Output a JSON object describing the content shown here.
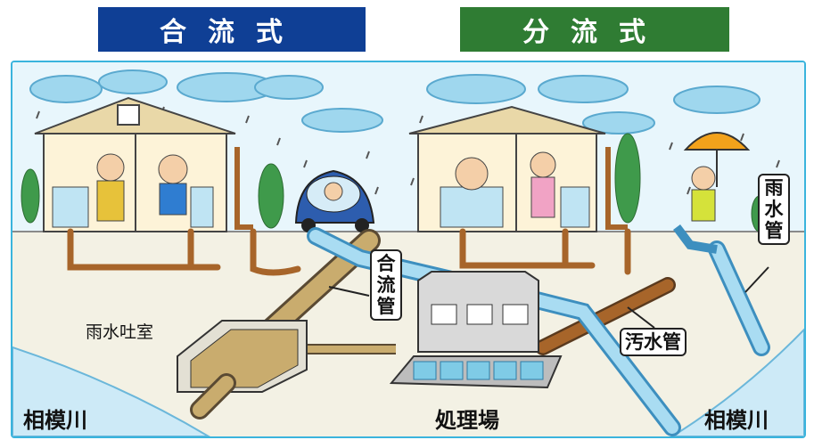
{
  "headers": {
    "combined_system": "合流式",
    "separate_system": "分流式"
  },
  "labels": {
    "combined_pipe": "合流管",
    "overflow_chamber": "雨水吐室",
    "river_left": "相模川",
    "treatment_plant": "処理場",
    "sewage_pipe": "汚水管",
    "stormwater_pipe": "雨水管",
    "river_right": "相模川"
  },
  "colors": {
    "combined_banner": "#0f3f95",
    "separate_banner": "#2f7c33",
    "sewage_pipe": "#a7652a",
    "storm_pipe": "#8fd0ee",
    "river": "#cdeaf7",
    "ground": "#f3f1e4"
  }
}
